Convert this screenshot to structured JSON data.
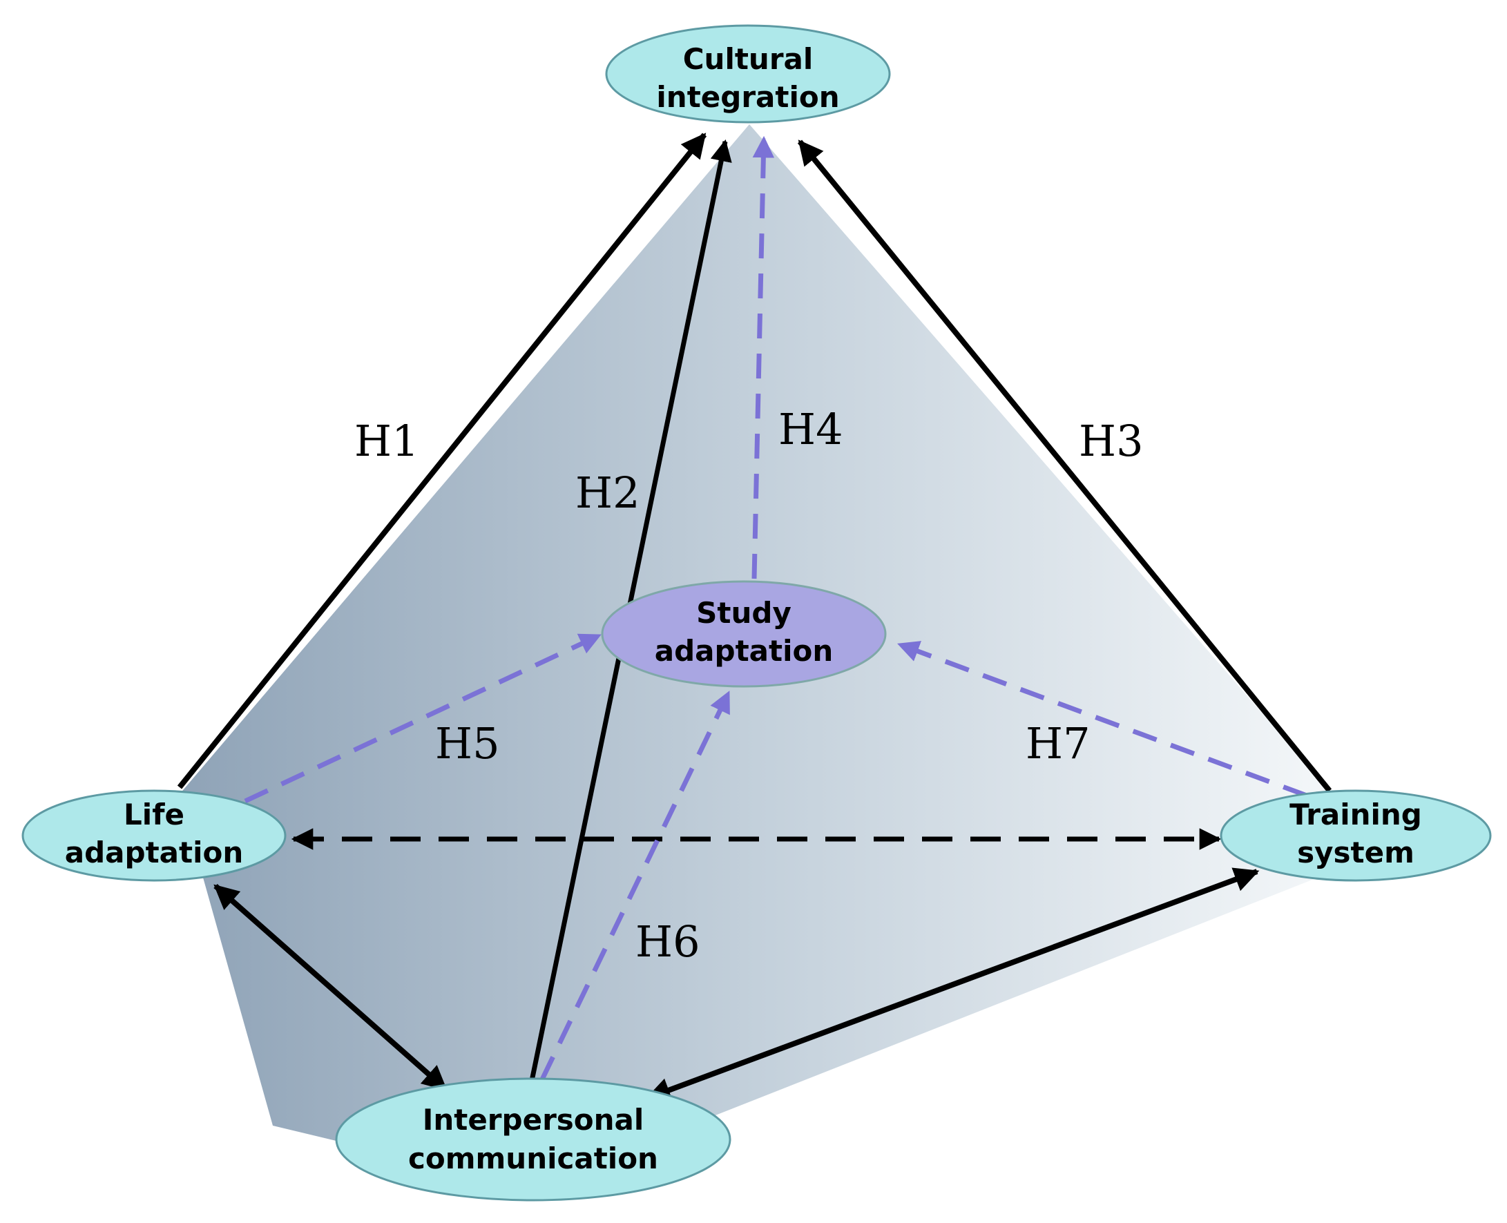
{
  "diagram": {
    "nodes": {
      "cultural": {
        "line1": "Cultural",
        "line2": "integration"
      },
      "study": {
        "line1": "Study",
        "line2": "adaptation"
      },
      "life": {
        "line1": "Life",
        "line2": "adaptation"
      },
      "training": {
        "line1": "Training",
        "line2": "system"
      },
      "interpersonal": {
        "line1": "Interpersonal",
        "line2": "communication"
      }
    },
    "hypotheses": {
      "h1": "H1",
      "h2": "H2",
      "h3": "H3",
      "h4": "H4",
      "h5": "H5",
      "h6": "H6",
      "h7": "H7"
    },
    "colors": {
      "node_fill": "#aee8ea",
      "study_fill": "#a9a6e2",
      "solid_edge": "#000000",
      "dashed_edge": "#7b72d6",
      "surface_dark": "#97aabc",
      "surface_light": "#f4f7f9"
    }
  }
}
